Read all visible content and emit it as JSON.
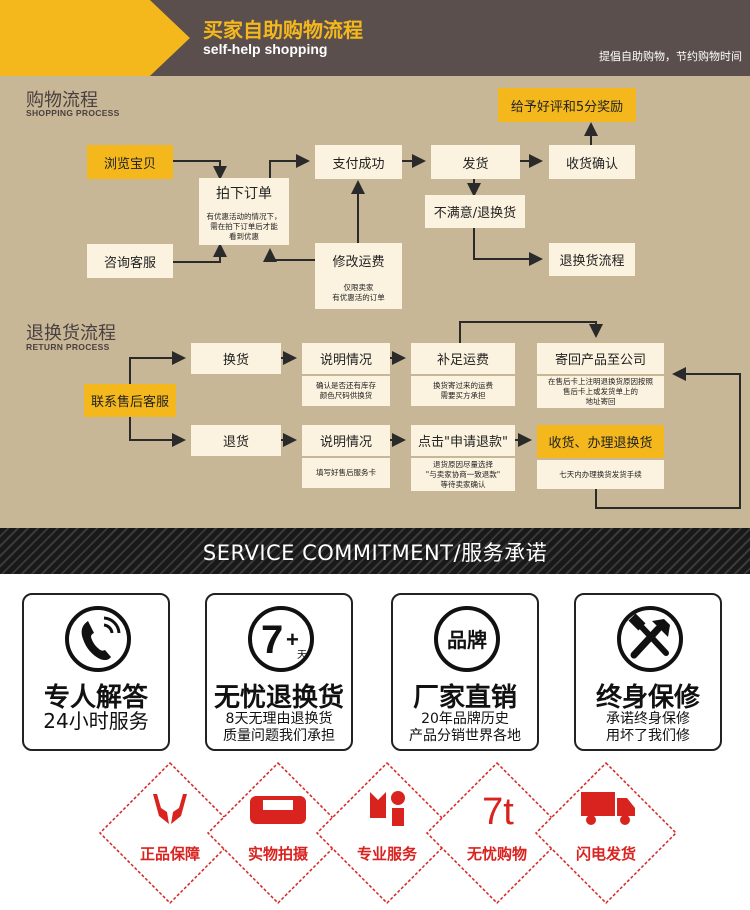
{
  "header": {
    "title_cn": "买家自助购物流程",
    "title_en": "self-help shopping",
    "slogan": "提倡自助购物，节约购物时间",
    "accent": "#f4b81c",
    "bg": "#5b4f4d"
  },
  "shopping": {
    "title": "购物流程",
    "subtitle": "SHOPPING PROCESS",
    "browse": "浏览宝贝",
    "consult": "咨询客服",
    "order": "拍下订单",
    "order_note": "有优惠活动的情况下，\n需在拍下订单后才能\n看到优惠",
    "pay": "支付成功",
    "modify": "修改运费",
    "modify_note": "仅限卖家\n有优惠活的订单",
    "ship": "发货",
    "confirm": "收货确认",
    "reward": "给予好评和5分奖励",
    "unsatisfied": "不满意/退换货",
    "return_flow": "退换货流程"
  },
  "returns": {
    "title": "退换货流程",
    "subtitle": "RETURN PROCESS",
    "contact": "联系售后客服",
    "exchange": "换货",
    "refund": "退货",
    "explain1": "说明情况",
    "explain1_note": "确认是否还有库存\n颜色尺码供换货",
    "explain2": "说明情况",
    "explain2_note": "填写好售后服务卡",
    "topup": "补足运费",
    "topup_note": "换货寄过来的运费\n需要买方承担",
    "apply": "点击\"申请退款\"",
    "apply_note": "退货原因尽量选择\n\"与卖家协商一致退款\"\n等待卖家确认",
    "sendback": "寄回产品至公司",
    "sendback_note": "在售后卡上注明退换货原因按照\n售后卡上或发货单上的\n地址寄回",
    "receive": "收货、办理退换货",
    "receive_note": "七天内办理换货发货手续"
  },
  "service": {
    "banner": "SERVICE COMMITMENT/服务承诺",
    "cards": [
      {
        "icon": "phone-icon",
        "title": "专人解答",
        "sub": "24小时服务"
      },
      {
        "icon": "seven-day-icon",
        "icon_text": "7",
        "icon_plus": "+",
        "icon_small": "天",
        "title": "无忧退换货",
        "sub": "8天无理由退换货\n质量问题我们承担"
      },
      {
        "icon": "brand-icon",
        "icon_text": "品牌",
        "title": "厂家直销",
        "sub": "20年品牌历史\n产品分销世界各地"
      },
      {
        "icon": "tools-icon",
        "title": "终身保修",
        "sub": "承诺终身保修\n用坏了我们修"
      }
    ],
    "badges": [
      {
        "icon": "hands-icon",
        "label": "正品保障"
      },
      {
        "icon": "camera-icon",
        "label": "实物拍摄"
      },
      {
        "icon": "service-icon",
        "label": "专业服务"
      },
      {
        "icon": "seven-t-icon",
        "icon_text": "7t",
        "label": "无忧购物"
      },
      {
        "icon": "truck-icon",
        "label": "闪电发货"
      }
    ],
    "red": "#d9231f"
  }
}
